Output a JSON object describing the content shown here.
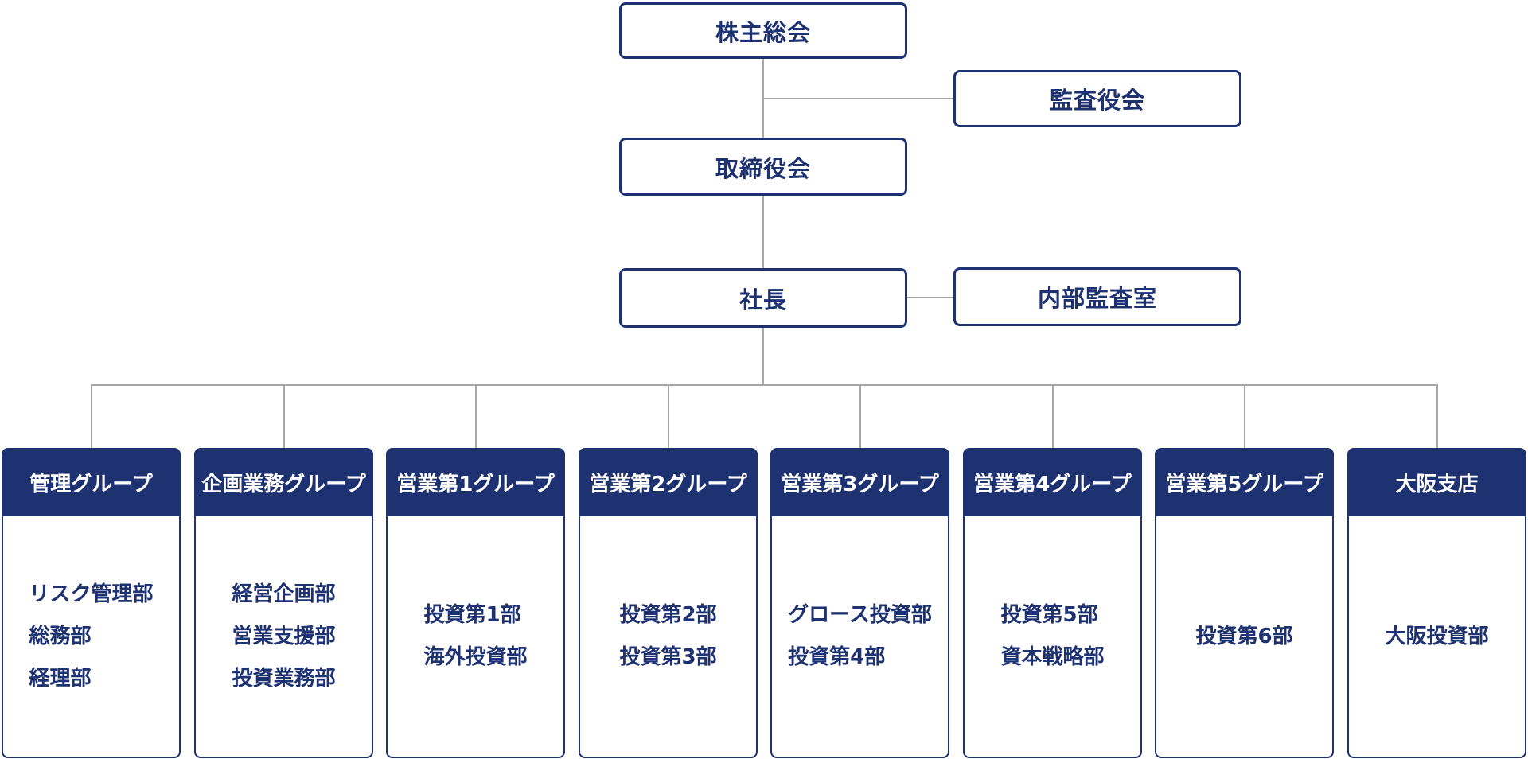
{
  "colors": {
    "navy": "#1e3170",
    "connector": "#a6a6a6",
    "background": "#ffffff",
    "header_text": "#ffffff"
  },
  "nodes": {
    "shareholders": "株主総会",
    "audit_board": "監査役会",
    "board": "取締役会",
    "president": "社長",
    "internal_audit": "内部監査室"
  },
  "groups": [
    {
      "label": "管理グループ",
      "departments": [
        "リスク管理部",
        "総務部",
        "経理部"
      ]
    },
    {
      "label": "企画業務グループ",
      "departments": [
        "経営企画部",
        "営業支援部",
        "投資業務部"
      ]
    },
    {
      "label": "営業第1グループ",
      "departments": [
        "投資第1部",
        "海外投資部"
      ]
    },
    {
      "label": "営業第2グループ",
      "departments": [
        "投資第2部",
        "投資第3部"
      ]
    },
    {
      "label": "営業第3グループ",
      "departments": [
        "グロース投資部",
        "投資第4部"
      ]
    },
    {
      "label": "営業第4グループ",
      "departments": [
        "投資第5部",
        "資本戦略部"
      ]
    },
    {
      "label": "営業第5グループ",
      "departments": [
        "投資第6部"
      ]
    },
    {
      "label": "大阪支店",
      "departments": [
        "大阪投資部"
      ]
    }
  ]
}
